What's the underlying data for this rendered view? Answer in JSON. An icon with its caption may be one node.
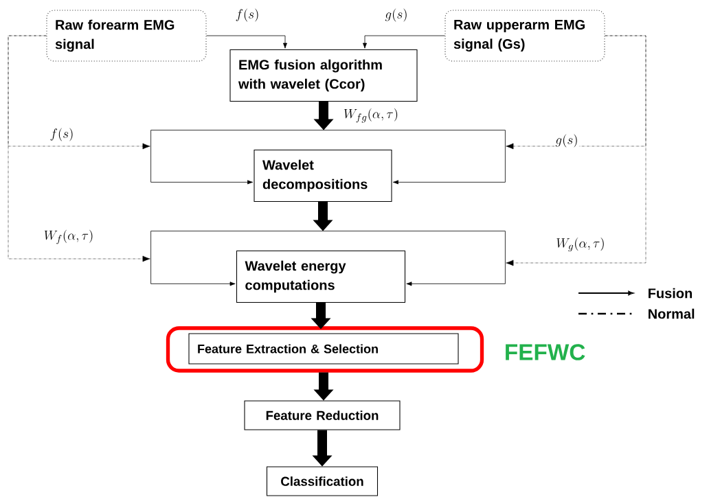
{
  "diagram": {
    "nodes": [
      {
        "text": [
          "Raw forearm EMG signal"
        ]
      },
      {
        "text": [
          "Raw upperarm EMG signal (Gs)"
        ]
      },
      {
        "text": [
          "EMG fusion algorithm with wavelet (Ccor)"
        ]
      },
      {
        "text": [],
        "shape": "bracket"
      },
      {
        "text": [
          "Wavelet decompositions"
        ]
      },
      {
        "text": [],
        "shape": "bracket"
      },
      {
        "text": [
          "Wavelet energy computations"
        ]
      },
      {
        "text": [],
        "shape": "box",
        "beside": [
          "FEFWC"
        ]
      },
      {
        "text": [
          "Feature Extraction & Selection"
        ],
        "in": 7
      },
      {
        "text": [
          "Feature Reduction"
        ]
      },
      {
        "text": [
          "Classification"
        ]
      }
    ],
    "edges": [
      {
        "from": 0,
        "to": 2,
        "arrow": "to",
        "label": "f(s)"
      },
      {
        "from": 1,
        "to": 2,
        "arrow": "to",
        "label": "g(s)"
      },
      {
        "from": 2,
        "to": 3,
        "arrow": "to",
        "style": "thick",
        "label": "W_{fg}(\\alpha,\\tau)"
      },
      {
        "from": 0,
        "to": 3,
        "arrow": "to",
        "style": "dashed",
        "label": "f(s)"
      },
      {
        "from": 1,
        "to": 3,
        "arrow": "to",
        "style": "dashed",
        "label": "g(s)"
      },
      {
        "from": 3,
        "to": 4,
        "arrow": "to"
      },
      {
        "from": 3,
        "to": 4,
        "arrow": "to"
      },
      {
        "from": 4,
        "to": 5,
        "arrow": "to",
        "style": "thick"
      },
      {
        "from": 0,
        "to": 5,
        "arrow": "to",
        "style": "dashed",
        "label": "W_{f}(\\alpha,\\tau)"
      },
      {
        "from": 1,
        "to": 5,
        "arrow": "to",
        "style": "dashed",
        "label": "W_{g}(\\alpha,\\tau)"
      },
      {
        "from": 5,
        "to": 6,
        "arrow": "to"
      },
      {
        "from": 5,
        "to": 6,
        "arrow": "to"
      },
      {
        "from": 6,
        "to": 8,
        "arrow": "to",
        "style": "thick"
      },
      {
        "from": 8,
        "to": 9,
        "arrow": "to",
        "style": "thick"
      },
      {
        "from": 9,
        "to": 10,
        "arrow": "to",
        "style": "thick"
      }
    ],
    "legend": [
      {
        "text": "Fusion"
      },
      {
        "text": "Normal"
      }
    ]
  }
}
